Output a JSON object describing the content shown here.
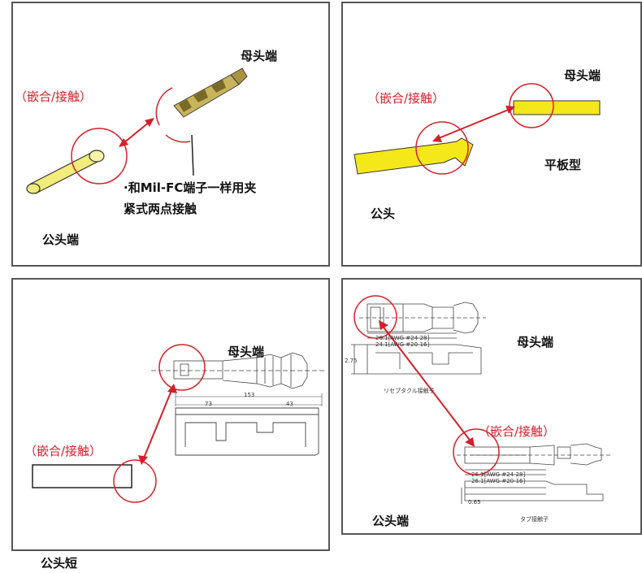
{
  "panels": {
    "top_left": {
      "label_fit": "（嵌合/接触）",
      "label_female": "母头端",
      "label_male": "公头端",
      "note_line1": "·和Mil-FC端子一样用夹",
      "note_line2": "紧式两点接触"
    },
    "top_right": {
      "label_fit": "（嵌合/接触）",
      "label_female": "母头端",
      "label_flat": "平板型",
      "label_male": "公头"
    },
    "bottom_left": {
      "label_fit": "（嵌合/接触）",
      "label_female": "母头端",
      "dim_total": "153",
      "dim_a": "73",
      "dim_b": "43"
    },
    "bottom_right": {
      "label_fit": "（嵌合/接触）",
      "label_female": "母头端",
      "label_male": "公头端",
      "dim_awg_1": "26.1[AWG #24-28]",
      "dim_awg_2": "24.1[AWG #20-16]",
      "dim_awg_3": "26.1[AWG #24-28]",
      "dim_awg_4": "26.1[AWG #20-16]",
      "dim_height": "2.75",
      "dim_height_2": "0.65",
      "caption_receptacle": "リセプタクル接触子",
      "caption_tab": "タブ接触子"
    }
  },
  "caption_bottom": "公头短"
}
